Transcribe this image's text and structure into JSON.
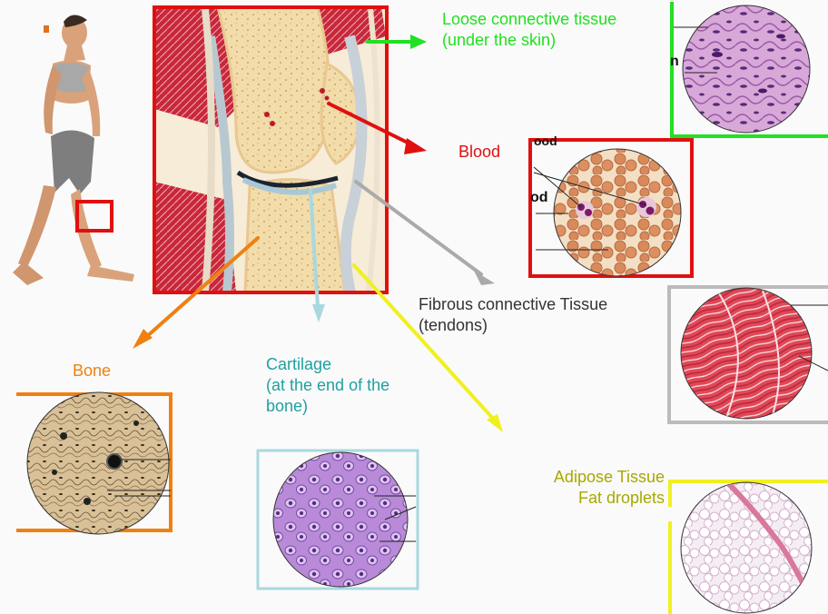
{
  "labels": {
    "loose": {
      "line1": "Loose connective tissue",
      "line2": "(under the skin)"
    },
    "blood": {
      "text": "Blood"
    },
    "fibrous": {
      "line1": "Fibrous connective Tissue",
      "line2": "(tendons)"
    },
    "bone": {
      "text": "Bone"
    },
    "cartilage": {
      "line1": "Cartilage",
      "line2": "(at the end of the",
      "line3": "bone)"
    },
    "adipose": {
      "line1": "Adipose Tissue",
      "line2": "Fat droplets"
    }
  },
  "fragments": {
    "loose_n": "n",
    "blood_ood": "ood",
    "blood_od": "od"
  },
  "colors": {
    "loose": "#22e022",
    "blood": "#e01010",
    "fibrous": "#aaaaaa",
    "bone": "#f08010",
    "cartilage": "#a8d8e0",
    "adipose": "#f0f020",
    "adipose_text": "#a8a800",
    "cartilage_text": "#20a0a0",
    "frame": "#e01010"
  }
}
